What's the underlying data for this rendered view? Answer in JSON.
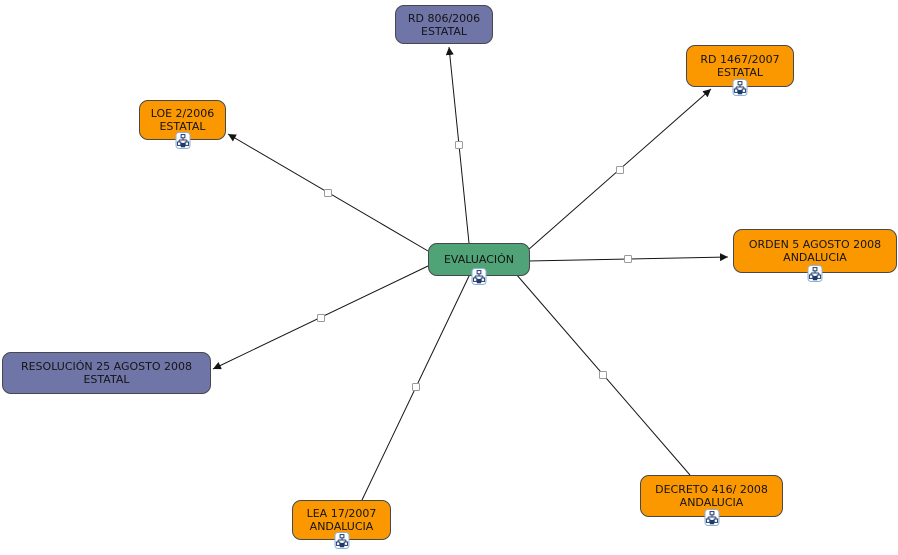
{
  "diagram": {
    "type": "concept-map",
    "center_node": {
      "label": "EVALUACIÓN"
    },
    "nodes": {
      "rd806": {
        "line1": "RD 806/2006",
        "line2": "ESTATAL"
      },
      "rd1467": {
        "line1": "RD 1467/2007",
        "line2": "ESTATAL"
      },
      "loe": {
        "line1": "LOE 2/2006",
        "line2": "ESTATAL"
      },
      "orden": {
        "line1": "ORDEN 5 AGOSTO 2008",
        "line2": "ANDALUCIA"
      },
      "resolucion": {
        "line1": "RESOLUCIÓN 25 AGOSTO 2008",
        "line2": "ESTATAL"
      },
      "lea": {
        "line1": "LEA 17/2007",
        "line2": "ANDALUCIA"
      },
      "decreto": {
        "line1": "DECRETO 416/ 2008",
        "line2": "ANDALUCIA"
      }
    },
    "edges": [
      {
        "from": "EVALUACIÓN",
        "to": "RD 806/2006 ESTATAL",
        "arrow": true
      },
      {
        "from": "EVALUACIÓN",
        "to": "RD 1467/2007 ESTATAL",
        "arrow": true
      },
      {
        "from": "EVALUACIÓN",
        "to": "LOE 2/2006 ESTATAL",
        "arrow": true
      },
      {
        "from": "EVALUACIÓN",
        "to": "ORDEN 5 AGOSTO 2008 ANDALUCIA",
        "arrow": true
      },
      {
        "from": "EVALUACIÓN",
        "to": "RESOLUCIÓN 25 AGOSTO 2008 ESTATAL",
        "arrow": true
      },
      {
        "from": "EVALUACIÓN",
        "to": "LEA 17/2007 ANDALUCIA",
        "arrow": false
      },
      {
        "from": "EVALUACIÓN",
        "to": "DECRETO 416/ 2008 ANDALUCIA",
        "arrow": false
      }
    ],
    "icons": {
      "resource_link": "org-chart-icon"
    },
    "colors": {
      "center_green": "#4FA376",
      "node_orange": "#FB9800",
      "node_purple": "#7075A8",
      "node_border": "#46484C",
      "edge_line": "#141414",
      "background": "#FFFFFF"
    }
  }
}
